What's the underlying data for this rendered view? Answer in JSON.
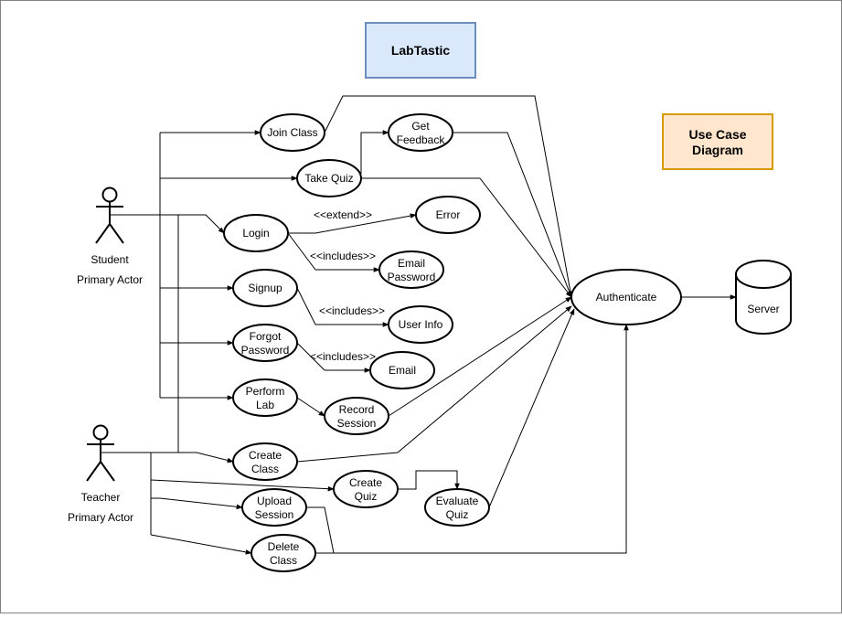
{
  "diagram": {
    "title": "LabTastic",
    "label_box": [
      "Use Case",
      "Diagram"
    ],
    "colors": {
      "title_fill": "#dae8fc",
      "title_stroke": "#6c8ebf",
      "label_fill": "#ffe6cc",
      "label_stroke": "#d79b00",
      "frame_stroke": "#808080"
    },
    "actors": {
      "student": {
        "name": "Student",
        "role": "Primary Actor"
      },
      "teacher": {
        "name": "Teacher",
        "role": "Primary Actor"
      }
    },
    "use_cases": {
      "join_class": [
        "Join Class"
      ],
      "get_feedback": [
        "Get",
        "Feedback"
      ],
      "take_quiz": [
        "Take Quiz"
      ],
      "login": [
        "Login"
      ],
      "error": [
        "Error"
      ],
      "email_password": [
        "Email",
        "Password"
      ],
      "signup": [
        "Signup"
      ],
      "user_info": [
        "User Info"
      ],
      "forgot_password": [
        "Forgot",
        "Password"
      ],
      "email": [
        "Email"
      ],
      "perform_lab": [
        "Perform",
        "Lab"
      ],
      "record_session": [
        "Record",
        "Session"
      ],
      "authenticate": [
        "Authenticate"
      ],
      "create_class": [
        "Create",
        "Class"
      ],
      "create_quiz": [
        "Create",
        "Quiz"
      ],
      "evaluate_quiz": [
        "Evaluate",
        "Quiz"
      ],
      "upload_session": [
        "Upload",
        "Session"
      ],
      "delete_class": [
        "Delete",
        "Class"
      ]
    },
    "server": "Server",
    "edge_labels": {
      "extend": "<<extend>>",
      "includes_email_password": "<<includes>>",
      "includes_user_info": "<<includes>>",
      "includes_email": "<<includes>>"
    }
  }
}
